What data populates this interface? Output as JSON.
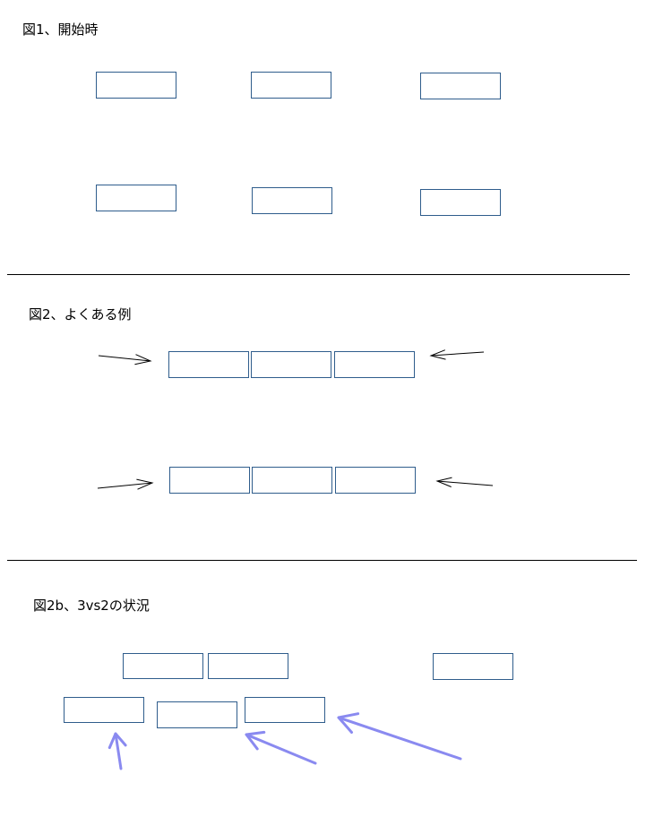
{
  "figures": [
    {
      "title": "図1、開始時"
    },
    {
      "title": "図2、よくある例"
    },
    {
      "title": "図2b、3vs2の状況"
    }
  ],
  "colors": {
    "box_stroke": "#2f5d8c",
    "arrow_black": "#000000",
    "arrow_blue": "#8a8af0",
    "divider": "#000000"
  }
}
